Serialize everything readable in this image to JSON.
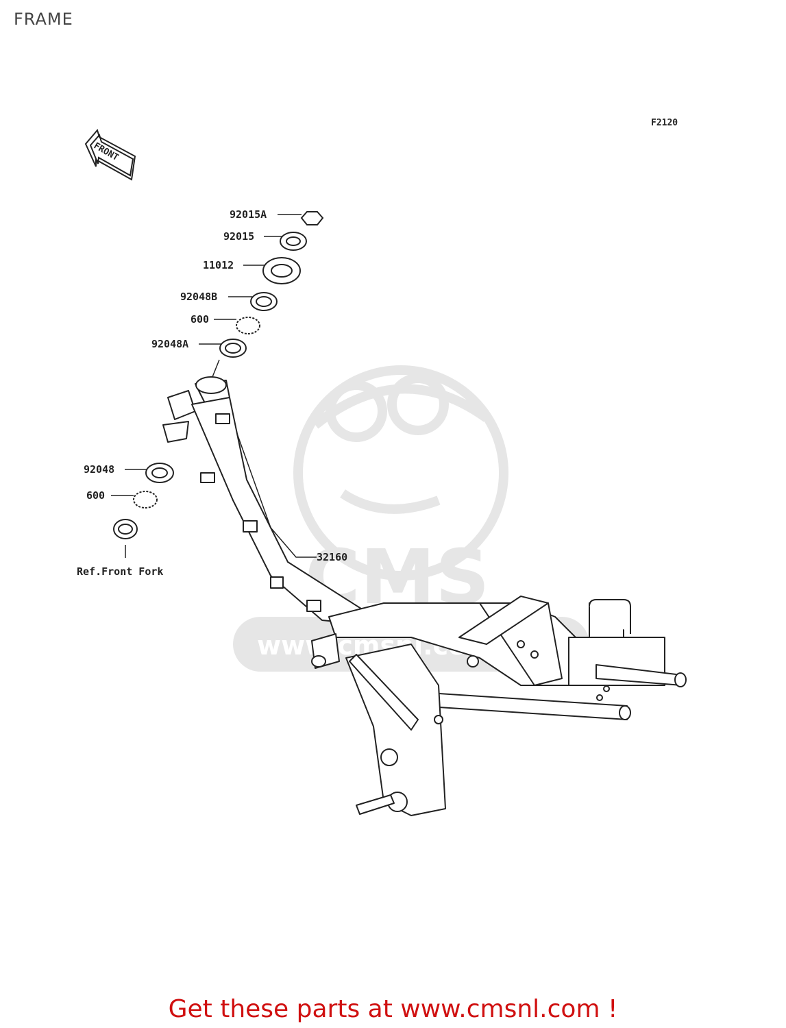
{
  "page": {
    "title": "FRAME",
    "diagram_code": "F2120",
    "footer_text": "Get these parts at www.cmsnl.com !"
  },
  "direction_arrow": {
    "label": "FRONT"
  },
  "watermark": {
    "brand": "CMS",
    "url": "www.cmsnl.com"
  },
  "callouts": {
    "c1": "92015A",
    "c2": "92015",
    "c3": "11012",
    "c4": "92048B",
    "c5": "600",
    "c6": "92048A",
    "c7": "92048",
    "c8": "600",
    "c9": "Ref.Front Fork",
    "c10": "32160"
  },
  "colors": {
    "line": "#222222",
    "footer": "#d01010",
    "watermark": "#e4e4e4"
  }
}
